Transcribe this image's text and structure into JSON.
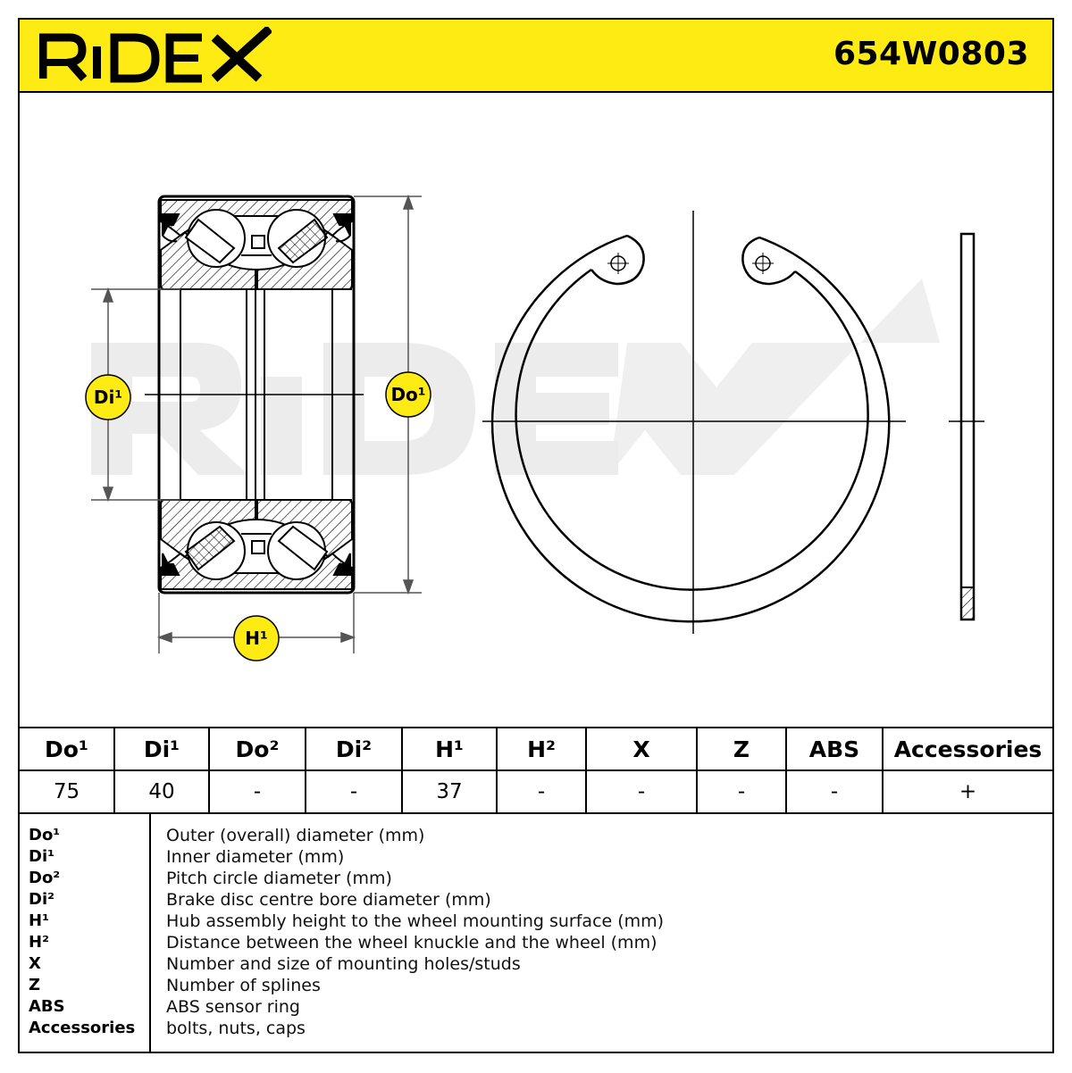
{
  "header": {
    "logo_text": "RIDEX",
    "part_number": "654W0803",
    "accent_color": "#ffeb14"
  },
  "drawing": {
    "watermark_text": "RIDEX",
    "badges": {
      "di1": "Di¹",
      "do1": "Do¹",
      "h1": "H¹"
    }
  },
  "table": {
    "headers": [
      "Do¹",
      "Di¹",
      "Do²",
      "Di²",
      "H¹",
      "H²",
      "X",
      "Z",
      "ABS",
      "Accessories"
    ],
    "values": [
      "75",
      "40",
      "-",
      "-",
      "37",
      "-",
      "-",
      "-",
      "-",
      "+"
    ]
  },
  "legend": [
    {
      "key": "Do¹",
      "desc": "Outer (overall) diameter (mm)"
    },
    {
      "key": "Di¹",
      "desc": "Inner diameter (mm)"
    },
    {
      "key": "Do²",
      "desc": "Pitch circle diameter (mm)"
    },
    {
      "key": "Di²",
      "desc": "Brake disc centre bore diameter (mm)"
    },
    {
      "key": "H¹",
      "desc": "Hub assembly height to the wheel mounting surface (mm)"
    },
    {
      "key": "H²",
      "desc": "Distance between the wheel knuckle and the wheel (mm)"
    },
    {
      "key": "X",
      "desc": "Number and size of mounting holes/studs"
    },
    {
      "key": "Z",
      "desc": "Number of splines"
    },
    {
      "key": "ABS",
      "desc": "ABS sensor ring"
    },
    {
      "key": "Accessories",
      "desc": "bolts, nuts, caps"
    }
  ]
}
